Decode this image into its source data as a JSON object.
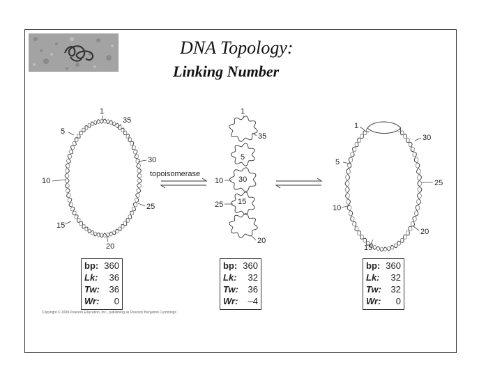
{
  "title": {
    "line1": "DNA Topology:",
    "line2": "Linking Number"
  },
  "enzyme_label": "topoisomerase",
  "molecules": [
    {
      "labels": {
        "m1": "1",
        "m35": "35",
        "m5": "5",
        "m30": "30",
        "m10": "10",
        "m25": "25",
        "m15": "15",
        "m20": "20"
      },
      "stats": {
        "bp_key": "bp:",
        "bp": "360",
        "lk_key": "Lk:",
        "lk": "36",
        "tw_key": "Tw:",
        "tw": "36",
        "wr_key": "Wr:",
        "wr": "0"
      }
    },
    {
      "labels": {
        "m1": "1",
        "m35": "35",
        "m5": "5",
        "m30": "30",
        "m10": "10",
        "m25": "25",
        "m15": "15",
        "m20": "20"
      },
      "stats": {
        "bp_key": "bp:",
        "bp": "360",
        "lk_key": "Lk:",
        "lk": "32",
        "tw_key": "Tw:",
        "tw": "36",
        "wr_key": "Wr:",
        "wr": "–4"
      }
    },
    {
      "labels": {
        "m1": "1",
        "m30": "30",
        "m5": "5",
        "m25": "25",
        "m10": "10",
        "m20": "20",
        "m15": "15"
      },
      "stats": {
        "bp_key": "bp:",
        "bp": "360",
        "lk_key": "Lk:",
        "lk": "32",
        "tw_key": "Tw:",
        "tw": "32",
        "wr_key": "Wr:",
        "wr": "0"
      }
    }
  ],
  "copyright": "Copyright © 2008 Pearson Education, Inc., publishing as Pearson Benjamin Cummings"
}
